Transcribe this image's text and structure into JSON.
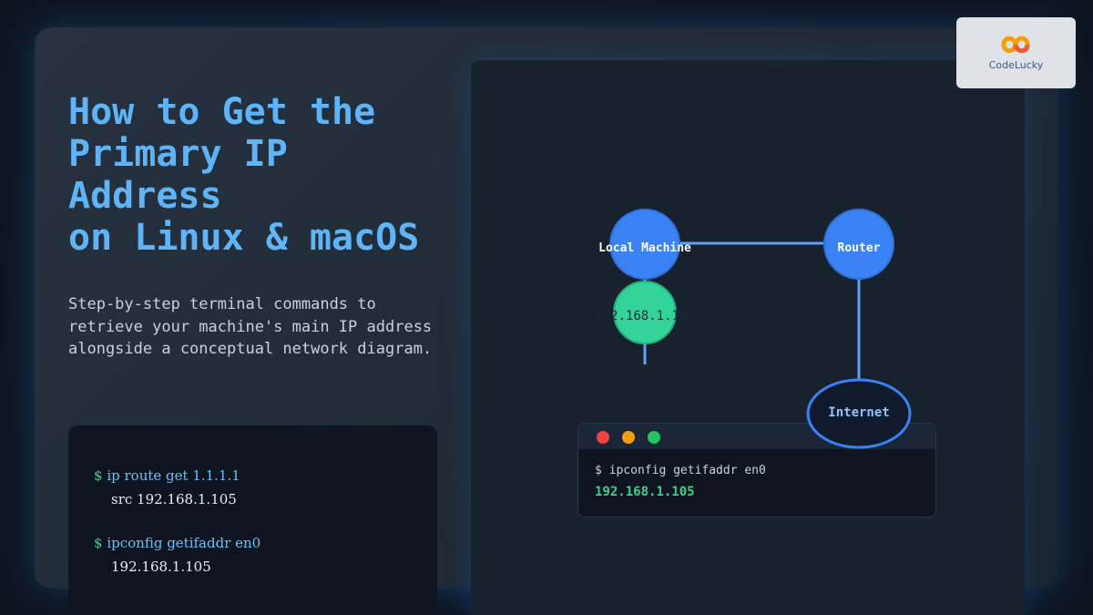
{
  "headline": {
    "line1": "How to Get the",
    "line2": "Primary IP",
    "line3": "Address",
    "line4": "on Linux & macOS"
  },
  "subtitle": "Step-by-step terminal commands to retrieve your machine's main IP address alongside a conceptual network diagram.",
  "code_block": {
    "prompt": "$",
    "cmd1": "ip route get 1.1.1.1",
    "out1": "src 192.168.1.105",
    "cmd2": "ipconfig getifaddr en0",
    "out2": "192.168.1.105"
  },
  "logo": {
    "text": "CodeLucky"
  },
  "diagram": {
    "local_machine": "Local Machine",
    "router": "Router",
    "ip_node": "192.168.1.105",
    "internet": "Internet"
  },
  "terminal": {
    "command": "$ ipconfig getifaddr en0",
    "output": "192.168.1.105"
  },
  "colors": {
    "accent": "#5fb4f7",
    "node_blue": "#3b82f6",
    "node_green": "#34d399",
    "output_green": "#3ecf8e",
    "dot_red": "#ef4444",
    "dot_yellow": "#f59e0b",
    "dot_green": "#22c55e"
  }
}
